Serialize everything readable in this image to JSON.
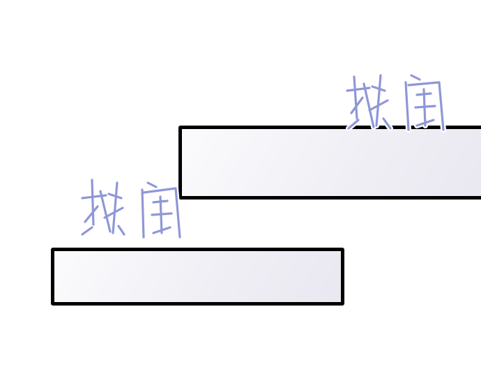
{
  "panels": [
    {
      "name": "upper-speech-panel"
    },
    {
      "name": "lower-speech-panel"
    }
  ],
  "sound_effects": [
    {
      "text": "热闹",
      "color": "#8f97d6",
      "outline": "#ffffff"
    },
    {
      "text": "热闹",
      "color": "#8f97d6",
      "outline": "#ffffff"
    }
  ]
}
